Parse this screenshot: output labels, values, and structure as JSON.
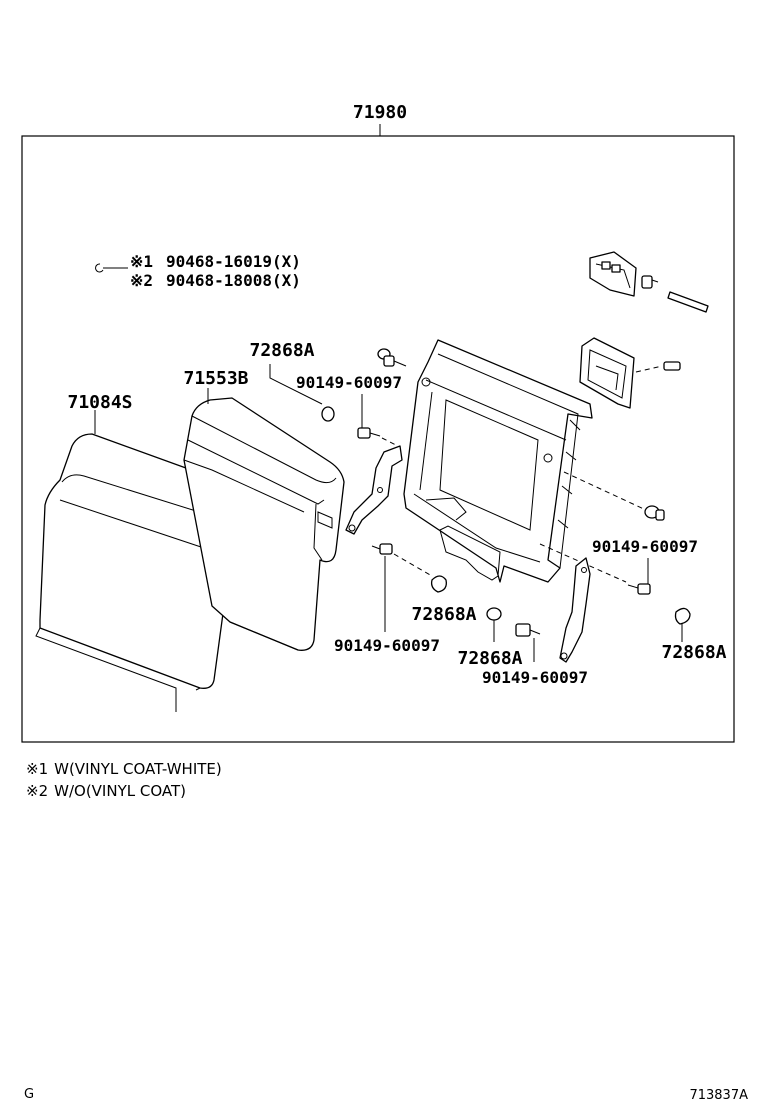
{
  "assembly_number": "71980",
  "legend": [
    {
      "mark": "※1",
      "part": "90468-16019(X)"
    },
    {
      "mark": "※2",
      "part": "90468-18008(X)"
    }
  ],
  "labels": {
    "p72868a_top": "72868A",
    "p71553b": "71553B",
    "p71084s": "71084S",
    "p90149_top": "90149-60097",
    "p90149_right": "90149-60097",
    "p72868a_center": "72868A",
    "p90149_center": "90149-60097",
    "p72868a_lower": "72868A",
    "p90149_lower": "90149-60097",
    "p72868a_right": "72868A"
  },
  "notes": [
    {
      "mark": "※1",
      "text": "W(VINYL COAT-WHITE)"
    },
    {
      "mark": "※2",
      "text": "W/O(VINYL COAT)"
    }
  ],
  "footer": {
    "left": "G",
    "right": "713837A"
  }
}
